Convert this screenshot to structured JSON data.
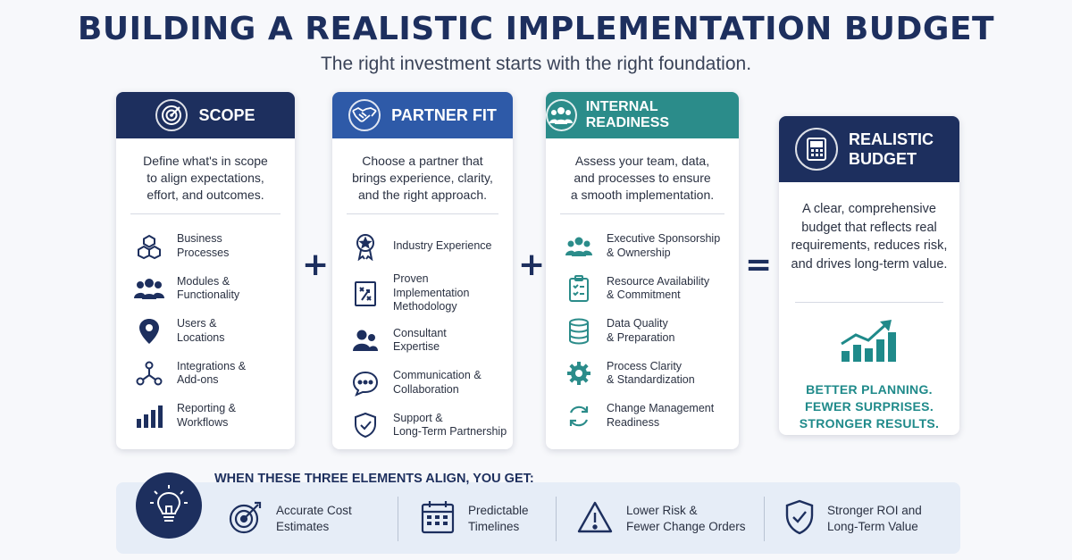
{
  "header": {
    "title": "BUILDING A REALISTIC IMPLEMENTATION BUDGET",
    "subtitle": "The right investment starts with the right foundation."
  },
  "colors": {
    "navy": "#1d2f5e",
    "blue": "#2e5aa8",
    "teal": "#2b8c8a"
  },
  "cards": [
    {
      "title": "SCOPE",
      "icon": "target-icon",
      "description": "Define what's in scope\nto align expectations,\neffort, and outcomes.",
      "items": [
        {
          "label": "Business\nProcesses",
          "icon": "cubes-icon"
        },
        {
          "label": "Modules &\nFunctionality",
          "icon": "users-icon"
        },
        {
          "label": "Users &\nLocations",
          "icon": "location-pin-icon"
        },
        {
          "label": "Integrations &\nAdd-ons",
          "icon": "network-icon"
        },
        {
          "label": "Reporting &\nWorkflows",
          "icon": "bar-chart-icon"
        }
      ]
    },
    {
      "title": "PARTNER FIT",
      "icon": "handshake-icon",
      "description": "Choose a partner that\nbrings experience, clarity,\nand the right approach.",
      "items": [
        {
          "label": "Industry Experience",
          "icon": "award-icon"
        },
        {
          "label": "Proven\nImplementation\nMethodology",
          "icon": "strategy-board-icon"
        },
        {
          "label": "Consultant\nExpertise",
          "icon": "consultant-icon"
        },
        {
          "label": "Communication &\nCollaboration",
          "icon": "chat-icon"
        },
        {
          "label": "Support &\nLong-Term Partnership",
          "icon": "shield-check-icon"
        }
      ]
    },
    {
      "title": "INTERNAL READINESS",
      "icon": "team-icon",
      "description": "Assess your team, data,\nand processes to ensure\na smooth implementation.",
      "items": [
        {
          "label": "Executive Sponsorship\n& Ownership",
          "icon": "team-icon"
        },
        {
          "label": "Resource Availability\n& Commitment",
          "icon": "clipboard-icon"
        },
        {
          "label": "Data Quality\n& Preparation",
          "icon": "database-icon"
        },
        {
          "label": "Process Clarity\n& Standardization",
          "icon": "gear-icon"
        },
        {
          "label": "Change Management\nReadiness",
          "icon": "refresh-icon"
        }
      ]
    }
  ],
  "operators": {
    "plus": "+",
    "equals": "="
  },
  "budget": {
    "title": "REALISTIC\nBUDGET",
    "icon": "calculator-icon",
    "description": "A clear, comprehensive budget that reflects real requirements, reduces risk, and drives long-term value.",
    "results": [
      "BETTER PLANNING.",
      "FEWER SURPRISES.",
      "STRONGER RESULTS."
    ]
  },
  "bottom": {
    "title": "WHEN THESE THREE ELEMENTS ALIGN, YOU GET:",
    "benefits": [
      {
        "label": "Accurate Cost\nEstimates",
        "icon": "target-arrow-icon"
      },
      {
        "label": "Predictable\nTimelines",
        "icon": "calendar-icon"
      },
      {
        "label": "Lower Risk &\nFewer Change Orders",
        "icon": "warning-icon"
      },
      {
        "label": "Stronger ROI and\nLong-Term Value",
        "icon": "shield-check-icon"
      }
    ]
  }
}
